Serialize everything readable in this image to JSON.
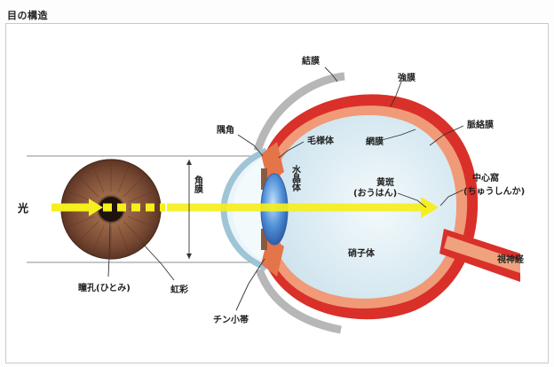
{
  "title": "目の構造",
  "labels": {
    "light": "光",
    "conjunctiva": "結膜",
    "sclera": "強膜",
    "choroid": "脈絡膜",
    "retina": "網膜",
    "angle": "隅角",
    "ciliary_body": "毛様体",
    "lens": "水晶体",
    "cornea": "角膜",
    "macula_line1": "黄斑",
    "macula_line2": "(おうはん)",
    "fovea_line1": "中心窩",
    "fovea_line2": "(ちゅうしんか)",
    "vitreous": "硝子体",
    "optic_nerve": "視神経",
    "pupil": "瞳孔(ひとみ)",
    "iris": "虹彩",
    "zonule": "チン小帯"
  },
  "colors": {
    "sclera_red": "#d9302a",
    "choroid_orange": "#f09a78",
    "vitreous_fill": "#e4f1f6",
    "lens_blue": "#4f8fd6",
    "light_arrow": "#f6ef1e",
    "iris_brown": "#8a5a40"
  }
}
